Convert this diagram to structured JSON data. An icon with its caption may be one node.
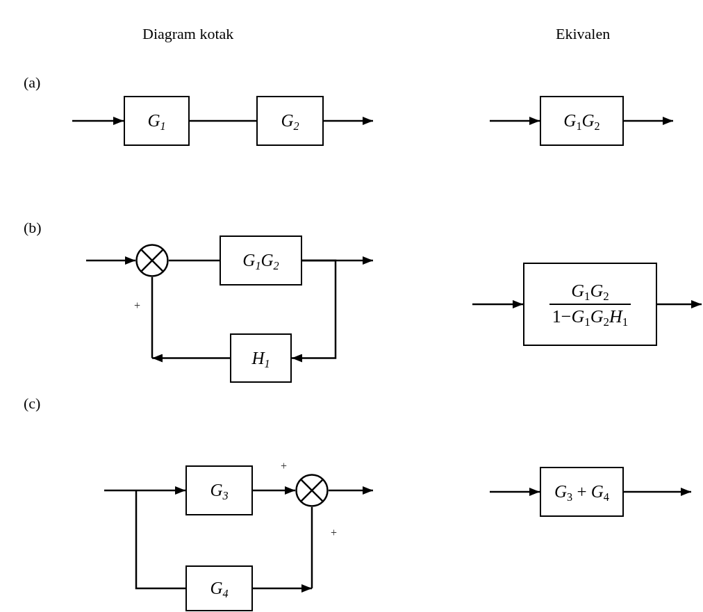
{
  "diagram": {
    "nodes": [
      {
        "text": [
          "G$_{1}$"
        ]
      },
      {
        "text": [
          "G$_{2}$"
        ]
      },
      {
        "text": [
          "*G*$_{1}$*G*$_{2}$"
        ]
      },
      {
        "text": [],
        "shape": "circle"
      },
      {
        "text": [
          "G$_{1}$G$_{2}$"
        ]
      },
      {
        "text": [
          "H$_{1}$"
        ]
      },
      {
        "text": [
          "*G*$_{1}$*G*$_{2}$",
          "1−*G*$_{1}$*G*$_{2}$*H*$_{1}$"
        ]
      },
      {
        "text": [
          "G$_{3}$"
        ]
      },
      {
        "text": [],
        "shape": "circle"
      },
      {
        "text": [
          "G$_{4}$"
        ]
      },
      {
        "text": [
          "*G*$_{3}$ + *G*$_{4}$"
        ]
      }
    ],
    "edges": [
      {
        "from": null,
        "to": 0,
        "arrow": "to"
      },
      {
        "from": 0,
        "to": 1,
        "arrow": "none"
      },
      {
        "from": 1,
        "to": null,
        "arrow": "to"
      },
      {
        "from": null,
        "to": 2,
        "arrow": "to"
      },
      {
        "from": 2,
        "to": null,
        "arrow": "to"
      },
      {
        "from": null,
        "to": 3,
        "arrow": "to"
      },
      {
        "from": 3,
        "to": 4,
        "arrow": "none"
      },
      {
        "from": 4,
        "to": null,
        "arrow": "to"
      },
      {
        "from": 4,
        "to": 5,
        "arrow": "to"
      },
      {
        "from": 5,
        "to": null,
        "arrow": "to"
      },
      {
        "from": null,
        "to": 3,
        "arrow": "none"
      },
      {
        "from": null,
        "to": 6,
        "arrow": "to"
      },
      {
        "from": 6,
        "to": null,
        "arrow": "to"
      },
      {
        "from": null,
        "to": 7,
        "arrow": "to"
      },
      {
        "from": null,
        "to": 9,
        "arrow": "none"
      },
      {
        "from": 7,
        "to": 8,
        "arrow": "to"
      },
      {
        "from": 8,
        "to": null,
        "arrow": "to"
      },
      {
        "from": 9,
        "to": null,
        "arrow": "to"
      },
      {
        "from": null,
        "to": 8,
        "arrow": "none"
      },
      {
        "from": null,
        "to": 10,
        "arrow": "to"
      },
      {
        "from": 10,
        "to": null,
        "arrow": "to"
      }
    ],
    "labels": [
      "Diagram kotak",
      "Ekivalen",
      "(a)",
      "(b)",
      "+",
      "(c)",
      "+",
      "+"
    ]
  }
}
